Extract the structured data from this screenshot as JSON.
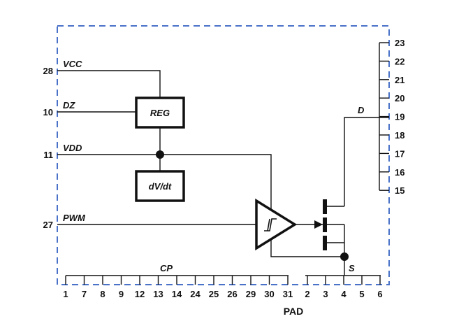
{
  "left_pins": [
    {
      "num": "28",
      "signal": "VCC"
    },
    {
      "num": "10",
      "signal": "DZ"
    },
    {
      "num": "11",
      "signal": "VDD"
    },
    {
      "num": "27",
      "signal": "PWM"
    }
  ],
  "blocks": {
    "reg": "REG",
    "dvdt": "dV/dt"
  },
  "right_pins": [
    "23",
    "22",
    "21",
    "20",
    "19",
    "18",
    "17",
    "16",
    "15"
  ],
  "right_label": "D",
  "cp": {
    "label": "CP",
    "pins": [
      "1",
      "7",
      "8",
      "9",
      "12",
      "13",
      "14",
      "24",
      "25",
      "26",
      "29",
      "30",
      "31"
    ]
  },
  "s": {
    "label": "S",
    "pins": [
      "2",
      "3",
      "4",
      "5",
      "6"
    ]
  },
  "pad_label": "PAD",
  "colors": {
    "border": "#4a72c8",
    "line": "#111111"
  }
}
